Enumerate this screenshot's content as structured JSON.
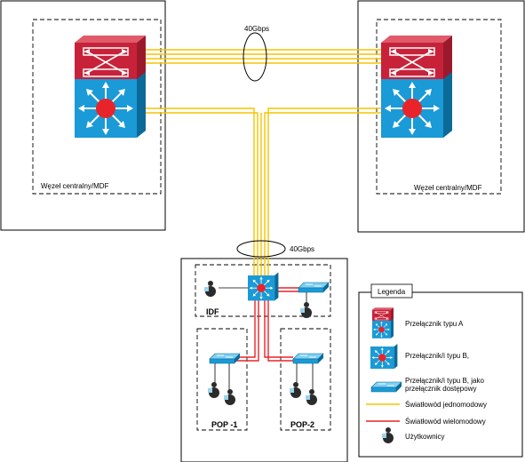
{
  "labels": {
    "left_node": "Węzeł centralny/MDF",
    "right_node": "Węzeł centralny/MDF",
    "top_bandwidth": "40Gbps",
    "mid_bandwidth": "40Gbps",
    "idf": "IDF",
    "pop1": "POP -1",
    "pop2": "POP-2"
  },
  "legend": {
    "title": "Legenda",
    "switch_a": "Przełącznik typu A",
    "switch_b": "Przełącznik/i typu B,",
    "switch_b_access_1": "Przełącznik/i typu B,  jako",
    "switch_b_access_2": "przełącznik dostępowy",
    "singlemode": "Światłowód jednomodowy",
    "multimode": "Światłowód wielomodowy",
    "users": "Użytkownicy"
  },
  "colors": {
    "singlemode": "#f5c400",
    "multimode": "#e8242a",
    "switch_a": "#c8223a",
    "switch_b": "#1a9ad6"
  },
  "icons": {
    "switch_a": "switch-type-a-icon",
    "switch_b": "switch-type-b-icon",
    "access_switch": "access-switch-icon",
    "user": "user-icon"
  }
}
